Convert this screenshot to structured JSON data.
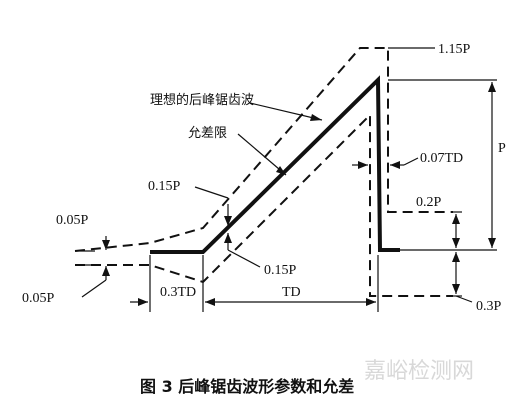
{
  "labels": {
    "p115": "1.15P",
    "ideal_profile": "理想的后峰锯齿波",
    "tolerance_limit": "允差限",
    "p015_top": "0.15P",
    "p005_top": "0.05P",
    "p005_bottom": "0.05P",
    "p015_mid": "0.15P",
    "t03": "0.3TD",
    "td": "TD",
    "p": "P",
    "t007": "0.07TD",
    "p02": "0.2P",
    "p03": "0.3P"
  },
  "caption": "图 3   后峰锯齿波形参数和允差",
  "watermark": "嘉峪检测网"
}
